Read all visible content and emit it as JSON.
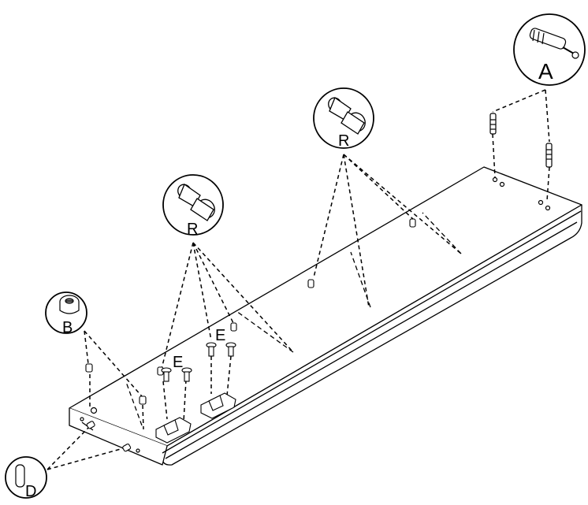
{
  "diagram": {
    "callouts": [
      {
        "label": "A",
        "part": "cam-bolt-icon"
      },
      {
        "label": "R",
        "part": "shelf-pin-icon"
      },
      {
        "label": "R",
        "part": "shelf-pin-icon"
      },
      {
        "label": "B",
        "part": "cam-lock-icon"
      },
      {
        "label": "D",
        "part": "wood-dowel-icon"
      }
    ],
    "inline_labels": [
      "E",
      "E"
    ]
  }
}
